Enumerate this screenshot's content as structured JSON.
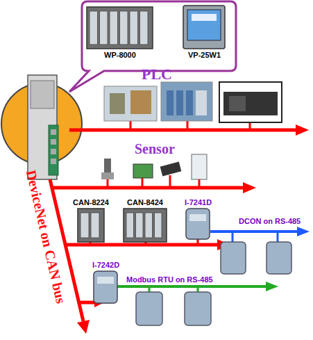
{
  "diagram": {
    "nodes": [
      {
        "text": [
          "WP-8000"
        ]
      },
      {
        "text": [
          "VP-25W1"
        ]
      },
      {
        "text": [
          "CAN-8224"
        ]
      },
      {
        "text": [
          "CAN-8424"
        ]
      },
      {
        "text": [
          "I-7241D"
        ]
      },
      {
        "text": [
          "I-7242D"
        ]
      }
    ],
    "labels": [
      "PLC",
      "Sensor",
      "DCON on RS-485",
      "Modbus RTU on RS-485",
      "DeviceNet on CAN bus"
    ]
  }
}
